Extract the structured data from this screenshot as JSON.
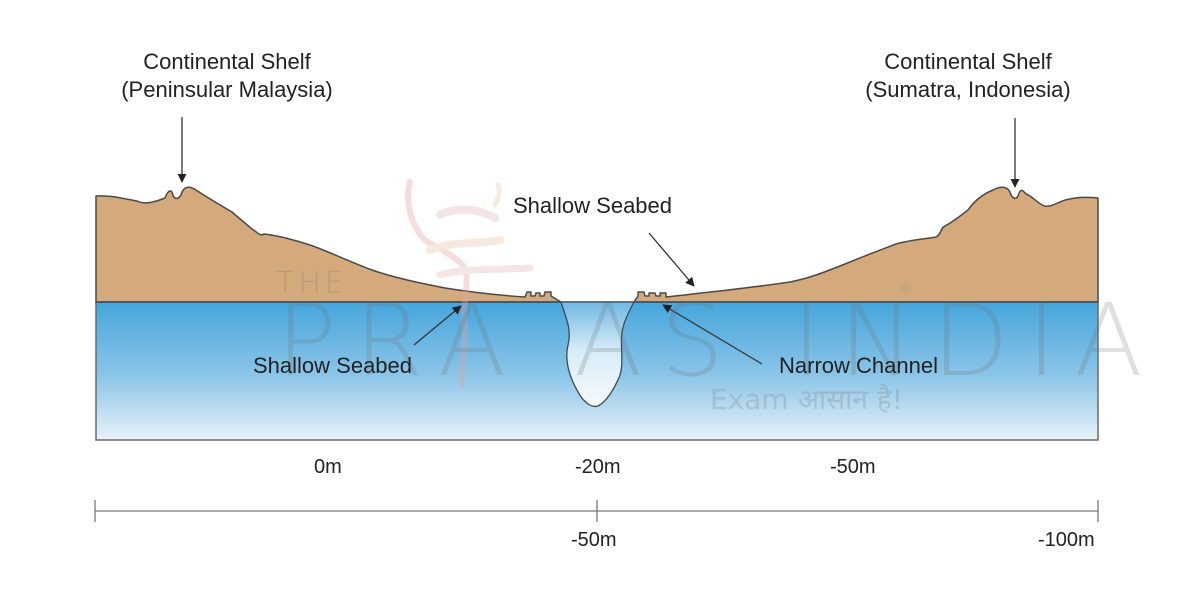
{
  "diagram": {
    "colors": {
      "land": "#d4aa7d",
      "land_outline": "#4a4a4a",
      "water_top": "#4aa8dc",
      "water_bottom": "#e6f1f9",
      "channel_top": "#ffffff",
      "channel_bottom": "#bcdcf0",
      "scale_line": "#777777",
      "text": "#222222"
    },
    "labels": {
      "shelf_left_line1": "Continental Shelf",
      "shelf_left_line2": "(Peninsular Malaysia)",
      "shelf_right_line1": "Continental Shelf",
      "shelf_right_line2": "(Sumatra, Indonesia)",
      "shallow_seabed_upper": "Shallow Seabed",
      "shallow_seabed_lower": "Shallow Seabed",
      "narrow_channel": "Narrow Channel"
    },
    "depth_labels": [
      {
        "text": "0m"
      },
      {
        "text": "-20m"
      },
      {
        "text": "-50m"
      }
    ],
    "scale_bar": {
      "ticks": [
        {
          "text": ""
        },
        {
          "text": "-50m"
        },
        {
          "text": "-100m"
        }
      ]
    }
  },
  "watermark": {
    "the": "THE",
    "brand": "PRA  AS INDIA",
    "tagline": "Exam आसान है!",
    "registered": "®"
  }
}
